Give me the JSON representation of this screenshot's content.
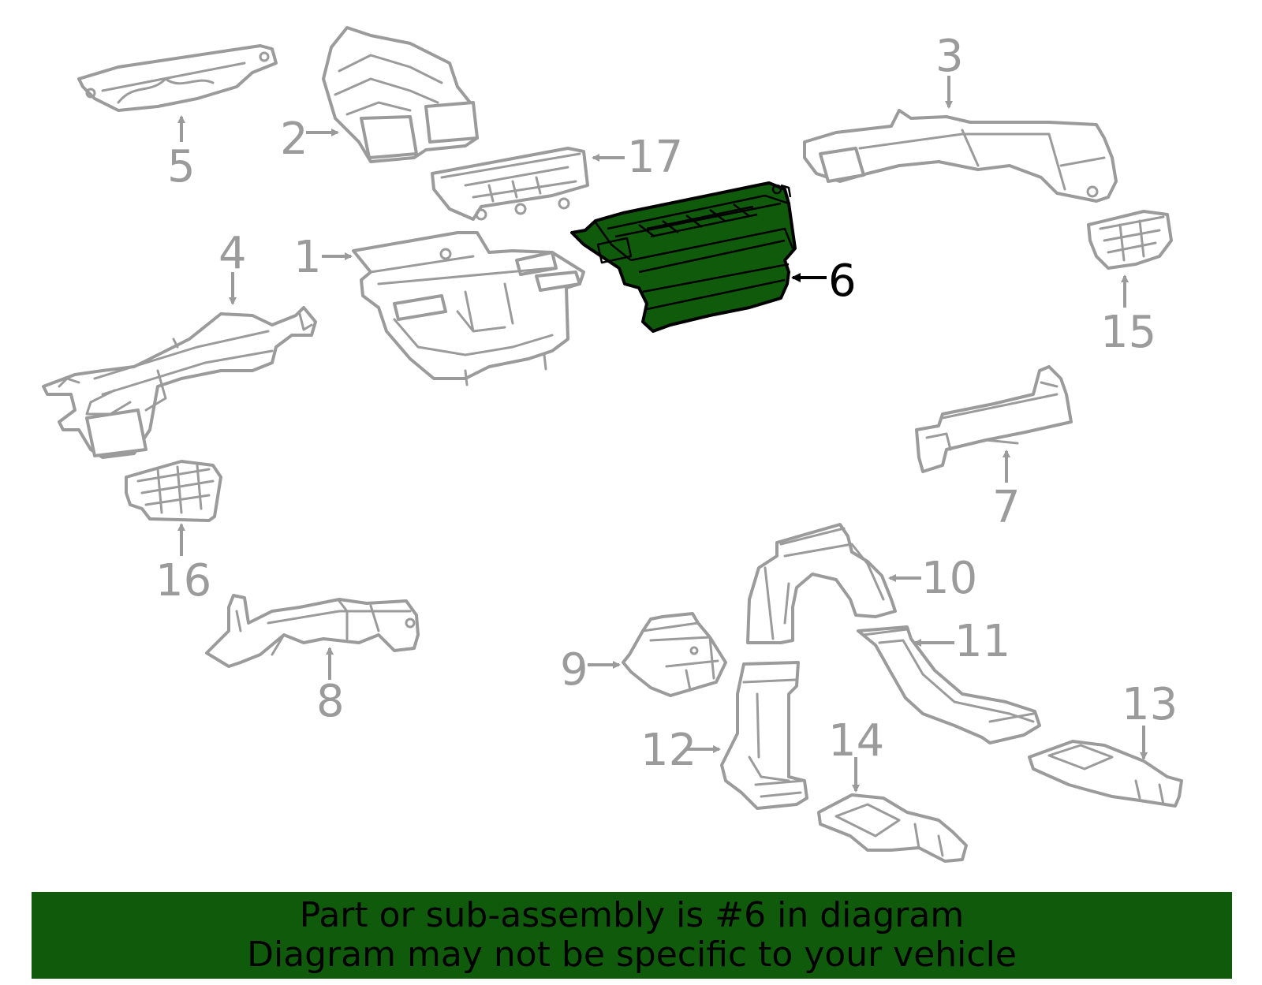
{
  "diagram": {
    "callouts": {
      "p1": "1",
      "p2": "2",
      "p3": "3",
      "p4": "4",
      "p5": "5",
      "p6": "6",
      "p7": "7",
      "p8": "8",
      "p9": "9",
      "p10": "10",
      "p11": "11",
      "p12": "12",
      "p13": "13",
      "p14": "14",
      "p15": "15",
      "p16": "16",
      "p17": "17"
    },
    "highlighted_part": "6",
    "colors": {
      "highlight": "#0f5b0b",
      "line_art": "#9b9b9b",
      "highlight_outline": "#000000"
    }
  },
  "banner": {
    "line1": "Part or sub-assembly is #6 in diagram",
    "line2": "Diagram may not be specific to your vehicle"
  }
}
